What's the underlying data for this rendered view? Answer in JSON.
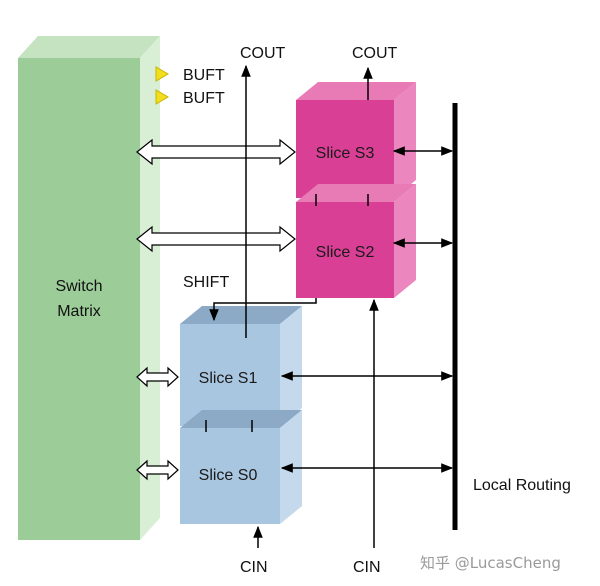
{
  "labels": {
    "switch_matrix_line1": "Switch",
    "switch_matrix_line2": "Matrix",
    "buft_1": "BUFT",
    "buft_2": "BUFT",
    "cout_left": "COUT",
    "cout_right": "COUT",
    "shift": "SHIFT",
    "slice_s3": "Slice S3",
    "slice_s2": "Slice S2",
    "slice_s1": "Slice S1",
    "slice_s0": "Slice S0",
    "cin_left": "CIN",
    "cin_right": "CIN",
    "local_routing": "Local Routing"
  },
  "watermark": "知乎 @LucasCheng",
  "colors": {
    "switch_front": "#9ccc98",
    "switch_top": "#c5e3c1",
    "switch_side": "#d8efd5",
    "pink_front": "#d93f94",
    "pink_top": "#e87ab6",
    "pink_side": "#ec86bf",
    "blue_front": "#a9c6e0",
    "blue_top": "#8caac6",
    "blue_side": "#c4d9ec",
    "buft_triangle": "#f2de1f",
    "line": "#000000"
  }
}
